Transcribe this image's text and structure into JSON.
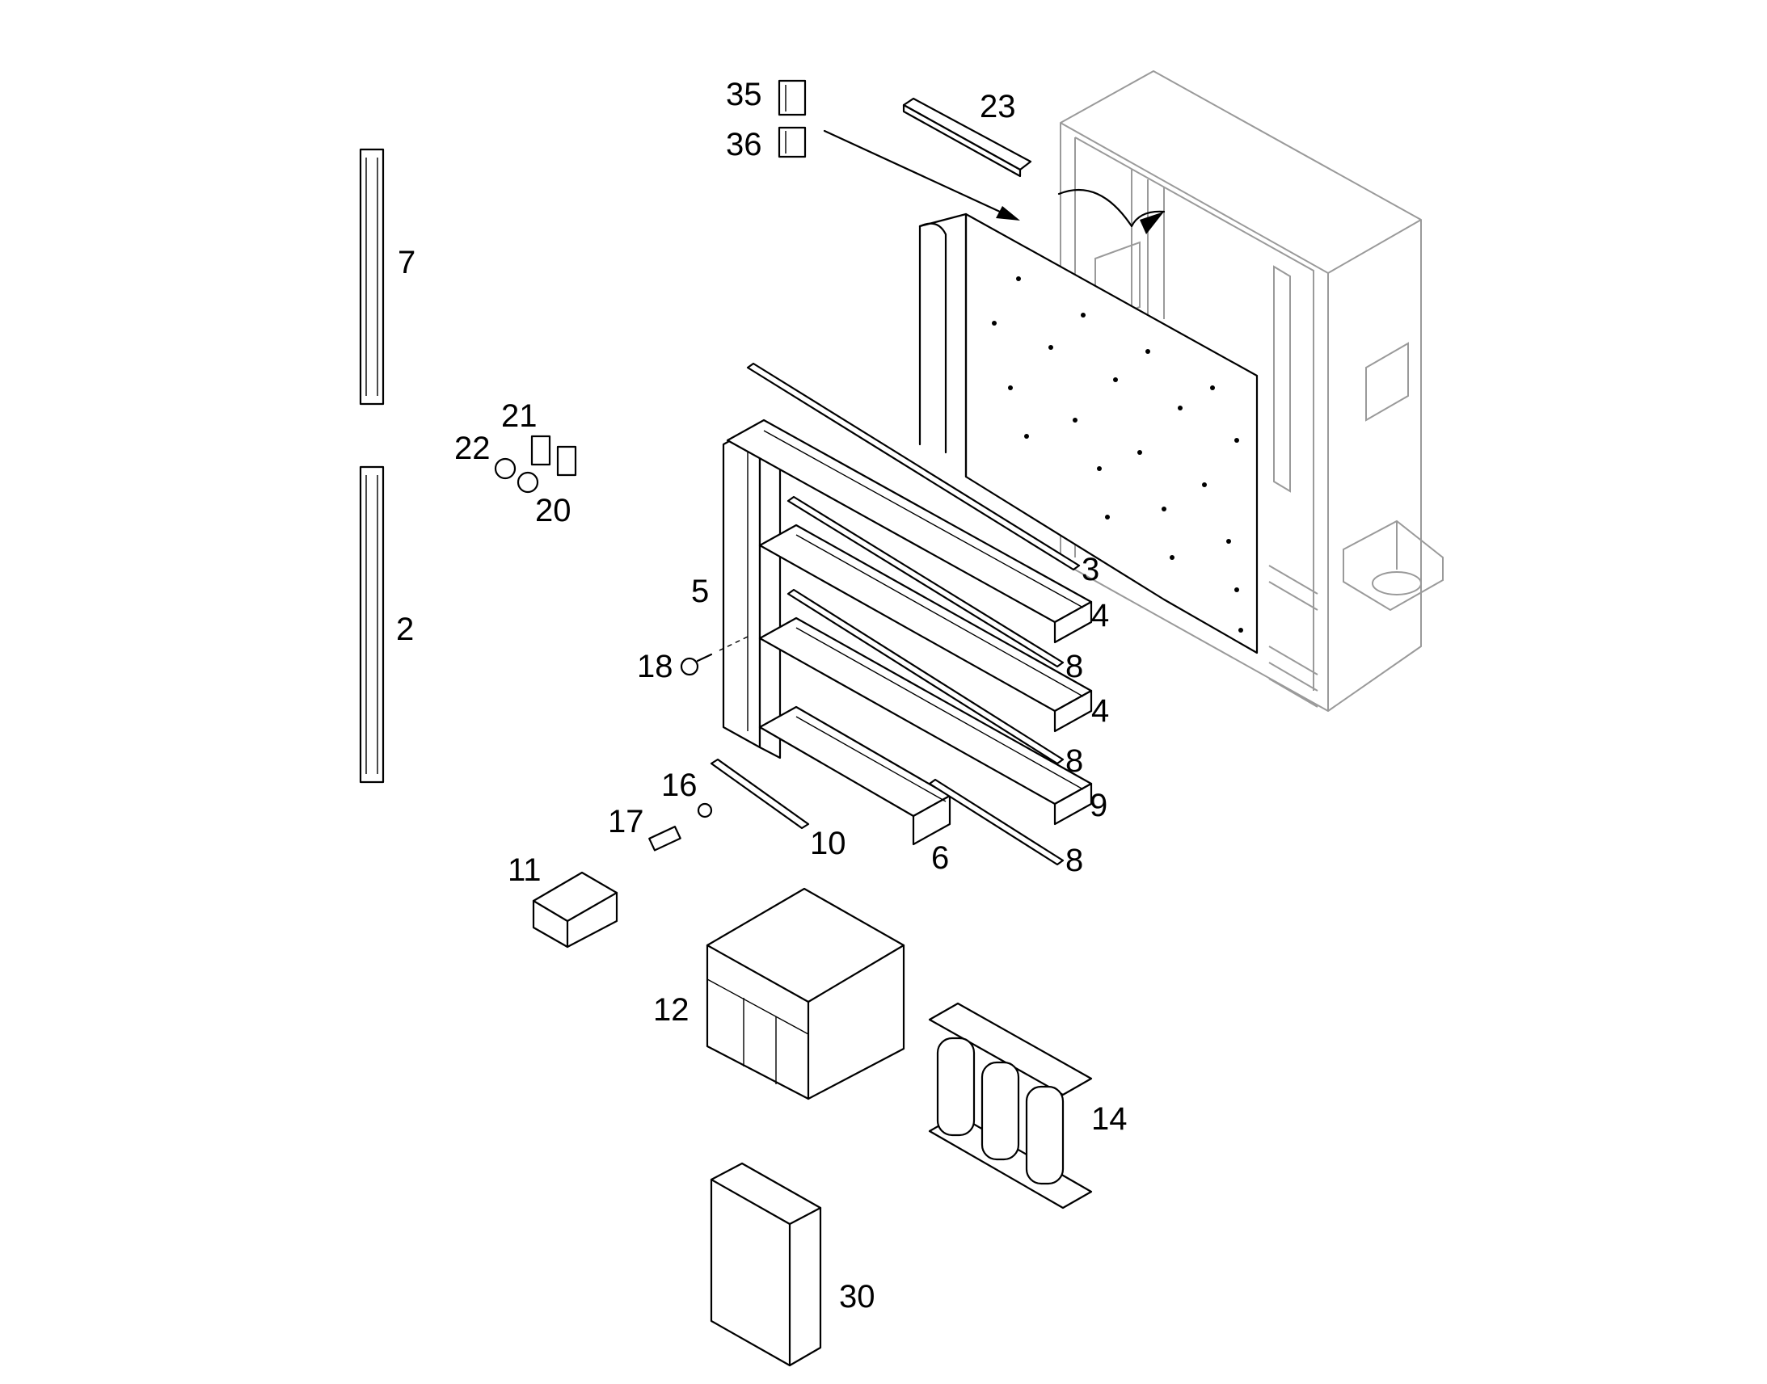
{
  "callouts": {
    "n2": "2",
    "n3": "3",
    "n4a": "4",
    "n4b": "4",
    "n5": "5",
    "n6": "6",
    "n7": "7",
    "n8a": "8",
    "n8b": "8",
    "n8c": "8",
    "n9": "9",
    "n10": "10",
    "n11": "11",
    "n12": "12",
    "n14": "14",
    "n16": "16",
    "n17": "17",
    "n18": "18",
    "n20": "20",
    "n21": "21",
    "n22": "22",
    "n23": "23",
    "n30": "30",
    "n35": "35",
    "n36": "36"
  }
}
